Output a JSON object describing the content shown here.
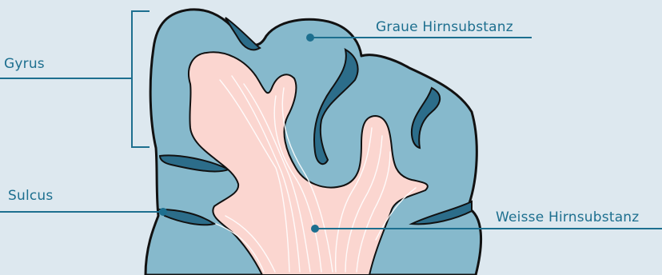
{
  "diagram": {
    "labels": {
      "grey_matter": "Graue Hirnsubstanz",
      "gyrus": "Gyrus",
      "sulcus": "Sulcus",
      "white_matter": "Weisse Hirnsubstanz"
    },
    "colors": {
      "background": "#dde8ef",
      "grey_matter": "#86b9cc",
      "sulcus_dark": "#2c6d8a",
      "white_matter": "#fbd6d0",
      "outline": "#111111",
      "leader_line": "#1d6f8f"
    }
  }
}
